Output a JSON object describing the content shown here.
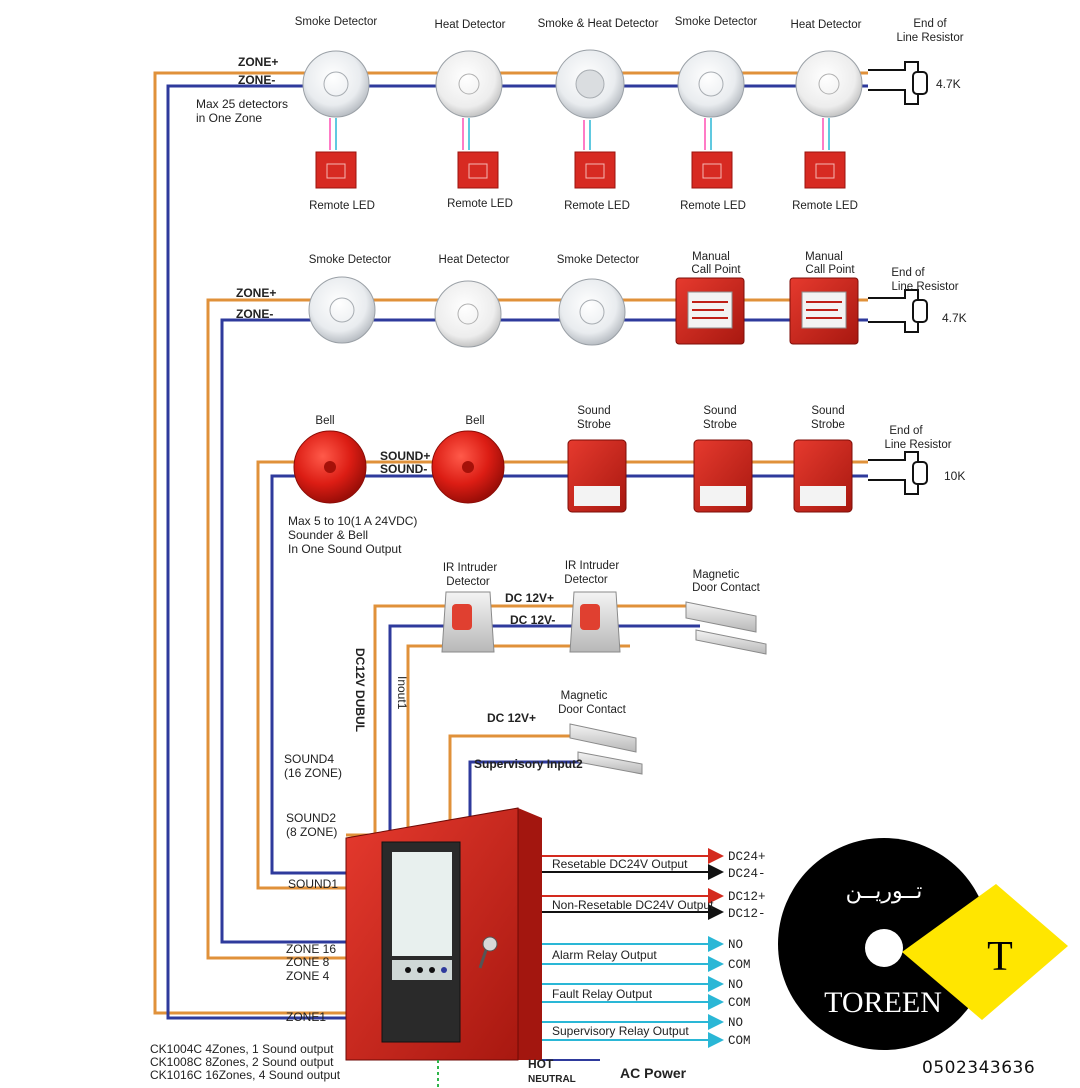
{
  "colors": {
    "orange": "#e0913a",
    "blue": "#2e3a9c",
    "cyan": "#2ab7d6",
    "panel_red": "#c8201e",
    "logo_yellow": "#ffe600"
  },
  "row1": {
    "devices": [
      "Smoke Detector",
      "Heat Detector",
      "Smoke & Heat Detector",
      "Smoke Detector",
      "Heat Detector"
    ],
    "remote_led": "Remote LED",
    "zone_plus": "ZONE+",
    "zone_minus": "ZONE-",
    "note_line1": "Max 25 detectors",
    "note_line2": "in One Zone",
    "eol_line1": "End of",
    "eol_line2": "Line Resistor",
    "eol_value": "4.7K"
  },
  "row2": {
    "devices": [
      "Smoke Detector",
      "Heat Detector",
      "Smoke Detector"
    ],
    "call_point_line1": "Manual",
    "call_point_line2": "Call Point",
    "zone_plus": "ZONE+",
    "zone_minus": "ZONE-",
    "eol_line1": "End of",
    "eol_line2": "Line Resistor",
    "eol_value": "4.7K"
  },
  "row3": {
    "bell": "Bell",
    "strobe_line1": "Sound",
    "strobe_line2": "Strobe",
    "sound_plus": "SOUND+",
    "sound_minus": "SOUND-",
    "note_line1": "Max 5 to 10(1 A 24VDC)",
    "note_line2": "Sounder & Bell",
    "note_line3": "In One Sound Output",
    "eol_line1": "End of",
    "eol_line2": "Line Resistor",
    "eol_value": "10K"
  },
  "row4": {
    "ir_line1": "IR Intruder",
    "ir_line2": "Detector",
    "mag_line1": "Magnetic",
    "mag_line2": "Door Contact",
    "dc_plus": "DC 12V+",
    "dc_minus": "DC 12V-",
    "vertical_dc": "DC12V DUBUL",
    "vertical_input": "Inout1"
  },
  "row5": {
    "dc_plus": "DC 12V+",
    "mag_line1": "Magnetic",
    "mag_line2": "Door Contact",
    "supervisory": "Supervisory Input2"
  },
  "panel_left": {
    "sound4_line1": "SOUND4",
    "sound4_line2": "(16 ZONE)",
    "sound2_line1": "SOUND2",
    "sound2_line2": "(8 ZONE)",
    "sound1": "SOUND1",
    "zone16": "ZONE 16",
    "zone8": "ZONE 8",
    "zone4": "ZONE 4",
    "zone1": "ZONE1",
    "models": [
      "CK1004C  4Zones, 1 Sound output",
      "CK1008C  8Zones, 2 Sound output",
      "CK1016C 16Zones, 4 Sound output"
    ]
  },
  "outputs": {
    "resettable": "Resetable DC24V Output",
    "non_resettable": "Non-Resetable DC24V Output",
    "alarm_relay": "Alarm Relay Output",
    "fault_relay": "Fault Relay Output",
    "supervisory_relay": "Supervisory Relay Output",
    "dc24_plus": "DC24+",
    "dc24_minus": "DC24-",
    "dc12_plus": "DC12+",
    "dc12_minus": "DC12-",
    "no": "NO",
    "com": "COM"
  },
  "power": {
    "hot": "HOT",
    "neutral": "NEUTRAL",
    "ac_power": "AC Power"
  },
  "logo": {
    "arabic": "تــوريــن",
    "brand": "TOREEN",
    "letter": "T"
  },
  "phone": "0502343636"
}
